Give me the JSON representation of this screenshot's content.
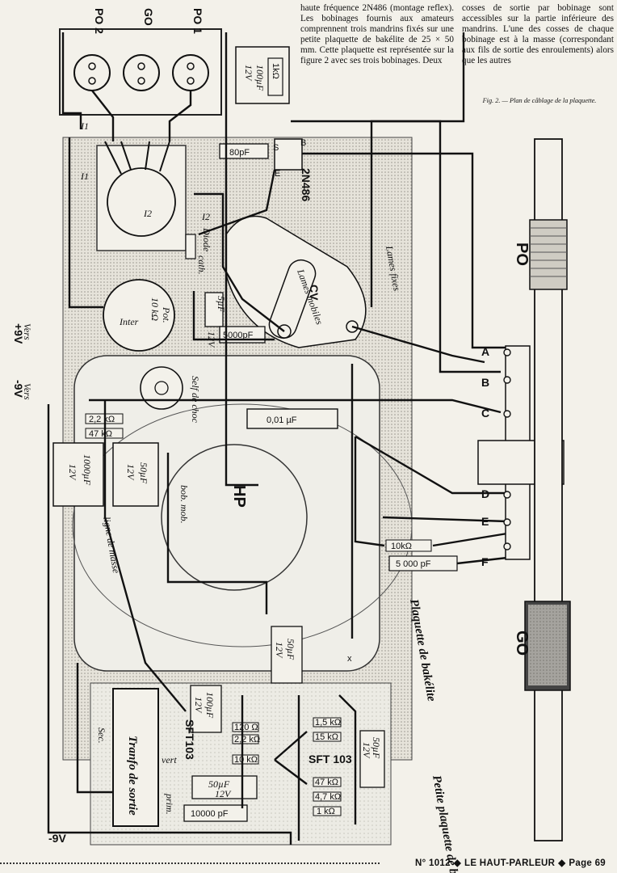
{
  "text": {
    "col1": "haute fréquence 2N486 (montage reflex). Les bobinages fournis aux amateurs comprennent trois mandrins fixés sur une petite plaquette de bakélite de 25 × 50 mm. Cette plaquette est représentée sur la figure 2 avec ses trois bobinages. Deux",
    "col2": "cosses de sortie par bobinage sont accessibles sur la partie inférieure des mandrins. L'une des cosses de chaque bobinage est à la masse (correspondant aux fils de sortie des enroulements) alors que les autres",
    "caption": "Fig. 2. — Plan de câblage de la plaquette."
  },
  "diagram": {
    "coil_terminals": [
      "PO 2",
      "GO",
      "PO 1"
    ],
    "I1": "I1",
    "I2": "I2",
    "I2b": "I2",
    "cap_100uF": {
      "value": "100µF",
      "volt": "12V"
    },
    "res_1k": "1kΩ",
    "cap_80pF": "80pF",
    "transistor_2N486": "2N486",
    "pin_s": "S",
    "pin_b": "B",
    "pin_e": "E",
    "diode": "Diode",
    "cath": "cath.",
    "pot": "Pot.",
    "pot_val": "10 kΩ",
    "inter": "Inter",
    "cap_5uF": {
      "value": "5µF",
      "volt": "12V"
    },
    "cap_5000pF_a": "5000pF",
    "lames_mobiles": "Lames mobiles",
    "lames_fixes": "Lames fixes",
    "cv": "CV",
    "plus_9v": "+9V",
    "minus_9v": "-9V",
    "vers": "Vers",
    "self_choc": "Self de choc",
    "res_22k": "2,2 kΩ",
    "res_47k": "47 kΩ",
    "cap_001": "0,01 µF",
    "cap_1000uF": {
      "value": "1000µF",
      "volt": "12V"
    },
    "cap_50uF_a": {
      "value": "50µF",
      "volt": "12V"
    },
    "hp": "HP",
    "bob_mob": "bob. mob.",
    "ligne_masse": "ligne de masse",
    "res_10k_f": "10kΩ",
    "cap_5000pF_f": "5 000 pF",
    "plaquette_bakelite": "Plaquette de bakélite",
    "x_mark": "x",
    "cap_50uF_b": {
      "value": "50µF",
      "volt": "12V"
    },
    "cap_100uF_b": {
      "value": "100µF",
      "volt": "12V"
    },
    "sft103_a": "SFT103",
    "sft103_b": "SFT 103",
    "res_120": "120 Ω",
    "res_22k_b": "2,2 kΩ",
    "res_10k_b": "10 kΩ",
    "res_15k": "1,5 kΩ",
    "res_15k_b": "15 kΩ",
    "res_47k_b": "47 kΩ",
    "res_47k_c": "4,7 kΩ",
    "res_1k_b": "1 kΩ",
    "cap_50uF_c": {
      "value": "50µF",
      "volt": "12V"
    },
    "cap_50uF_d": {
      "value": "50µF",
      "volt": "12V"
    },
    "cap_10000pF": "10000 pF",
    "tranfo": "Tranfo de sortie",
    "sec": "Sec.",
    "prim": "prim.",
    "vert": "vert",
    "petite_plaquette": "Petite plaquette de bakélite",
    "minus_9v_b": "-9V",
    "terminals": [
      "A",
      "B",
      "C",
      "D",
      "E",
      "F"
    ],
    "ferrite_po": "PO",
    "ferrite_go": "GO"
  },
  "footer": {
    "issue": "N° 1012",
    "magazine": "LE HAUT-PARLEUR",
    "page": "Page 69"
  }
}
